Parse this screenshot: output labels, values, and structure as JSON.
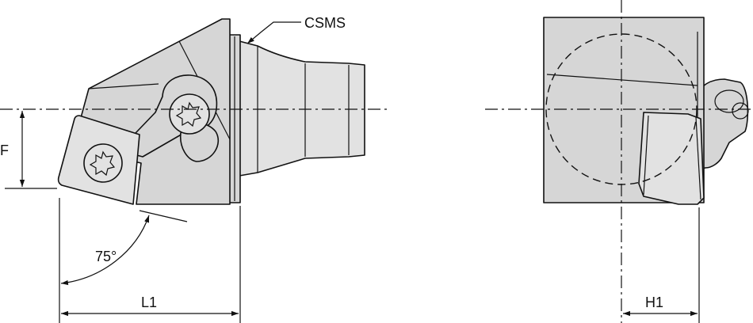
{
  "labels": {
    "csms": "CSMS",
    "f": "F",
    "angle": "75°",
    "l1": "L1",
    "h1": "H1"
  },
  "icons": [
    "torx-screw-icon",
    "torx-screw-icon"
  ]
}
